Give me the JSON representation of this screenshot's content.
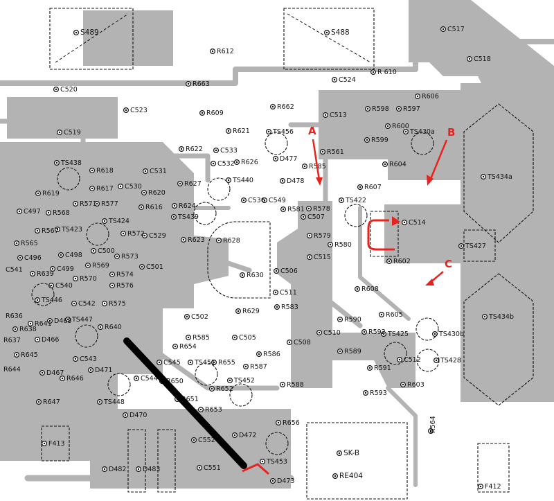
{
  "components": {
    "S489": "S489",
    "S488": "S488",
    "C517": "C517",
    "R612": "R612",
    "C518": "C518",
    "R663": "R663",
    "C524": "C524",
    "R610": "R\n610",
    "R606": "R606",
    "C520": "C520",
    "C523": "C523",
    "R662": "R662",
    "R609": "R609",
    "C513": "C513",
    "R598": "R598",
    "R597": "R597",
    "C519": "C519",
    "R621": "R621",
    "TS456": "TS456",
    "R600": "R600",
    "TS430a": "TS430a",
    "R599": "R599",
    "R622": "R622",
    "C533": "C533",
    "R561": "R561",
    "D477": "D477",
    "R626": "R626",
    "C532": "C532",
    "R604": "R604",
    "R585": "R585",
    "TS438": "TS438",
    "R618": "R618",
    "C531": "C531",
    "R617": "R617",
    "TS440": "TS440",
    "D478": "D478",
    "R607": "R607",
    "TS434a": "TS434a",
    "C530": "C530",
    "R620": "R620",
    "R627": "R627",
    "R619": "R619",
    "TS422": "TS422",
    "R578": "R578",
    "C514": "C514",
    "R616": "R616",
    "R624": "R624",
    "C536": "C536",
    "C549": "C549",
    "C507": "C507",
    "R581": "R581",
    "R571": "R571",
    "R577": "R577",
    "C497": "C497",
    "R568": "R568",
    "TS424": "TS424",
    "TS439": "TS439",
    "R579": "R579",
    "R567": "R567",
    "TS423": "TS423",
    "R572": "R572",
    "C529": "C529",
    "R623": "R623",
    "R628": "R628",
    "R580": "R580",
    "TS427": "TS427",
    "R565": "R565",
    "C500": "C500",
    "C498": "C498",
    "C496": "C496",
    "R573": "R573",
    "R569": "R569",
    "C515": "C515",
    "R602": "R602",
    "C541": "C541",
    "C499": "C499",
    "C501": "C501",
    "R574": "R574",
    "R630": "R630",
    "C506": "C506",
    "R639": "R639",
    "R570": "R570",
    "C540": "C540",
    "R576": "R576",
    "R608": "R608",
    "TS446": "TS446",
    "C511": "C511",
    "R575": "R575",
    "C542": "C542",
    "R629": "R629",
    "R583": "R583",
    "R605": "R605",
    "R636": "R636",
    "D468": "D468",
    "TS447": "TS447",
    "C502": "C502",
    "R590": "R590",
    "TS434b": "TS434b",
    "R641": "R641",
    "R640": "R640",
    "R638": "R638",
    "R637": "R637",
    "D466": "D466",
    "R585b": "R585",
    "C505": "C505",
    "C510": "C510",
    "R592": "R592",
    "TS425": "TS425",
    "TS430b": "TS430b",
    "C508": "C508",
    "R654": "R654",
    "R645": "R645",
    "R589": "R589",
    "R586": "R586",
    "C543": "C543",
    "C545": "C545",
    "TS451": "TS451",
    "R655": "R655",
    "R644": "R644",
    "C512": "C512",
    "TS428": "TS428",
    "R591": "R591",
    "R587": "R587",
    "D467": "D467",
    "D471": "D471",
    "R646": "R646",
    "C544": "C544",
    "R650": "R650",
    "TS452": "TS452",
    "R588": "R588",
    "R603": "R603",
    "R652": "R652",
    "R593": "R593",
    "R651": "R651",
    "R647": "R647",
    "TS448": "TS448",
    "D470": "D470",
    "R653": "R653",
    "R656": "R656",
    "D472": "D472",
    "F413": "F413",
    "C552": "C552",
    "R564": "R564",
    "SK_B": "SK-B",
    "TS453": "TS453",
    "D482": "D482",
    "D483": "D483",
    "C551": "C551",
    "RE404": "RE404",
    "D473": "D473",
    "F412": "F412"
  },
  "annotations": {
    "marker_a": "A",
    "marker_b": "B",
    "marker_c": "C"
  },
  "colors": {
    "copper": "#b3b3b3",
    "ink": "#111111",
    "annotation": "#e8231f",
    "redaction": "#000000",
    "board": "#ffffff"
  }
}
